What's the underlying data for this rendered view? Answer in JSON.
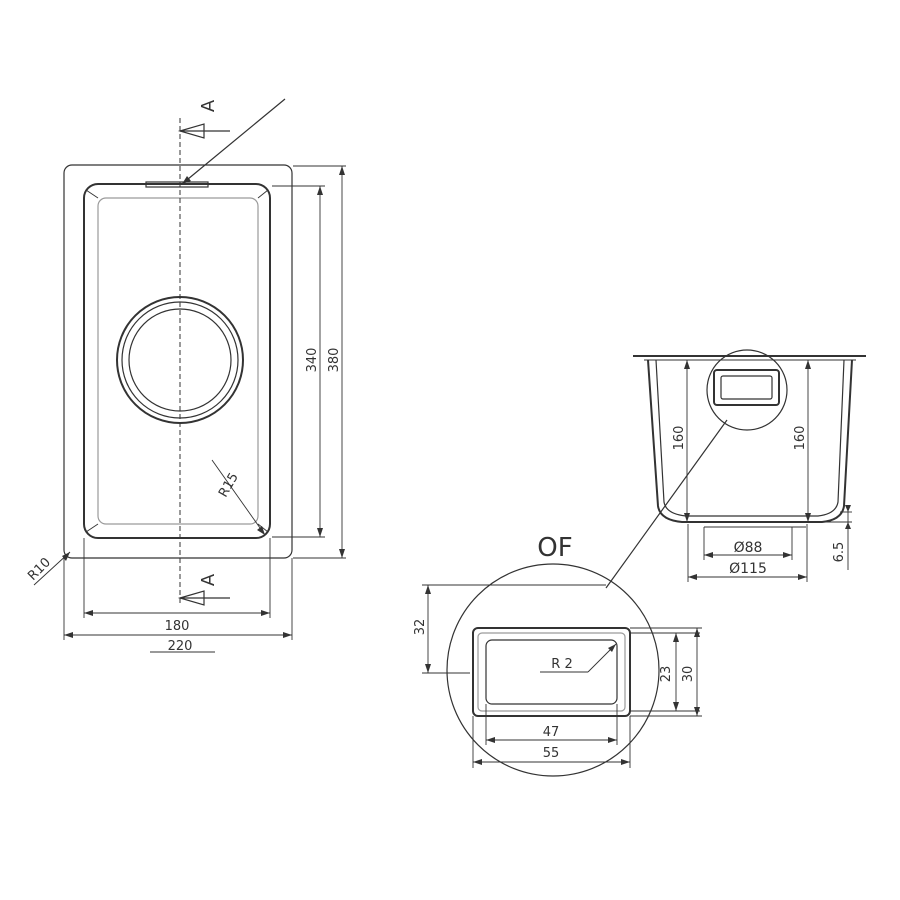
{
  "plan_view": {
    "section_marker_top": "A",
    "section_marker_bottom": "A",
    "dim_inner_height": "340",
    "dim_outer_height": "380",
    "dim_inner_width": "180",
    "dim_outer_width": "220",
    "radius_corner_inner": "R15",
    "radius_corner_outer": "R10"
  },
  "section_view": {
    "dim_depth_left": "160",
    "dim_depth_right": "160",
    "dim_drain_inner": "Ø88",
    "dim_drain_outer": "Ø115",
    "dim_rim": "6.5"
  },
  "detail_view": {
    "title": "OF",
    "dim_height_outer": "32",
    "dim_slot_outer_height": "30",
    "dim_slot_inner_height": "23",
    "dim_slot_inner_width": "47",
    "dim_slot_outer_width": "55",
    "radius_slot": "R 2"
  }
}
